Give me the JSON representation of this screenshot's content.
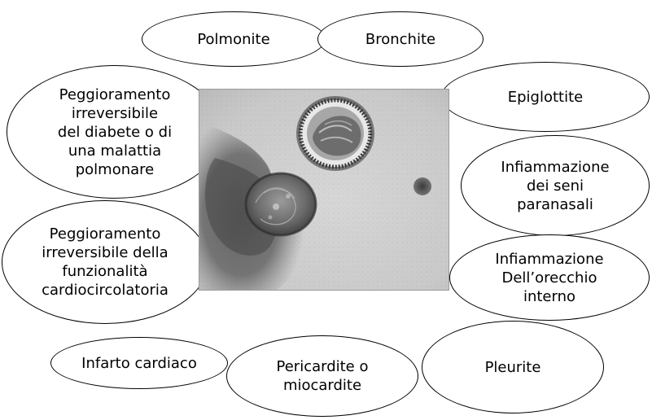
{
  "image": {
    "alt": "electron micrograph"
  },
  "ellipses": [
    {
      "text": "Polmonite"
    },
    {
      "text": "Bronchite"
    },
    {
      "text": "Peggioramento\nirreversibile\ndel diabete o di\nuna malattia\npolmonare"
    },
    {
      "text": "Epiglottite"
    },
    {
      "text": "Infiammazione\ndei seni\nparanasali"
    },
    {
      "text": "Peggioramento\nirreversibile della\nfunzionalità\ncardiocircolatoria"
    },
    {
      "text": "Infiammazione\nDell’orecchio\ninterno"
    },
    {
      "text": "Infarto cardiaco"
    },
    {
      "text": "Pericardite o\nmiocardite"
    },
    {
      "text": "Pleurite"
    }
  ]
}
